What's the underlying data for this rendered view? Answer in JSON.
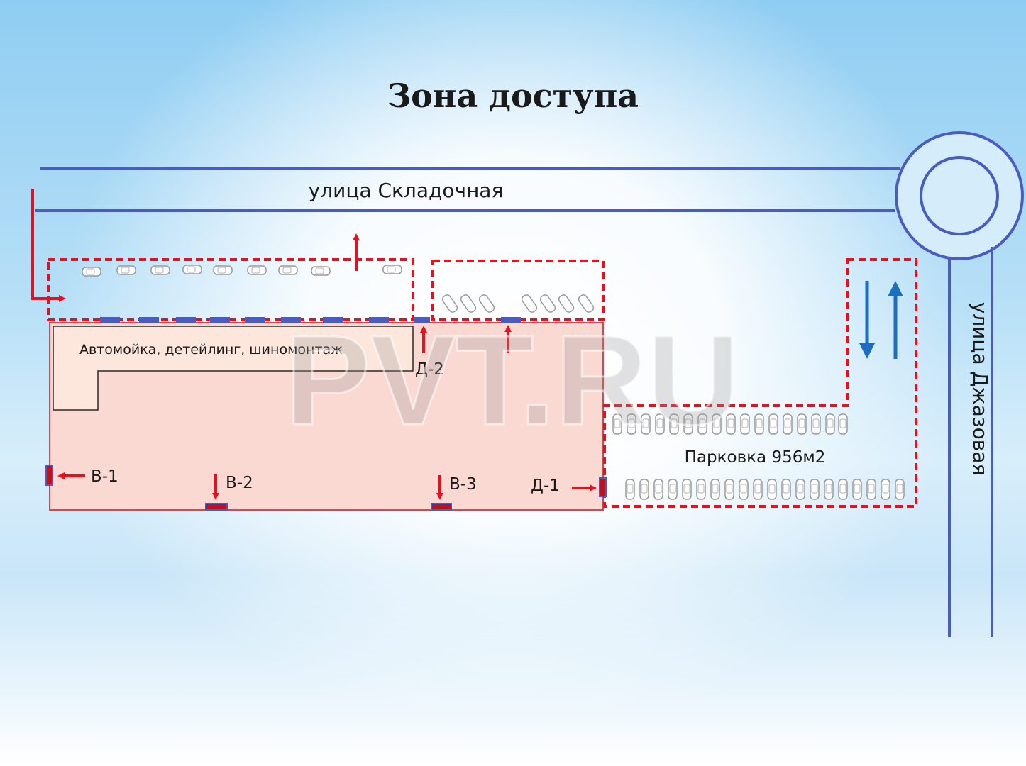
{
  "title": "Зона доступа",
  "streets": {
    "north": "улица Складочная",
    "east": "улица Джазовая"
  },
  "building": {
    "label": "Автомойка, детейлинг, шиномонтаж"
  },
  "parking": {
    "label": "Парковка 956м2"
  },
  "doors": {
    "b1": "В-1",
    "b2": "В-2",
    "b3": "В-3",
    "d1": "Д-1",
    "d2": "Д-2"
  },
  "watermark": "PVT.RU",
  "colors": {
    "street": "#4a5cc0",
    "accent": "#e8101e",
    "building_fill": "#fbd9d3",
    "traffic_arrow": "#1c6fc0"
  }
}
